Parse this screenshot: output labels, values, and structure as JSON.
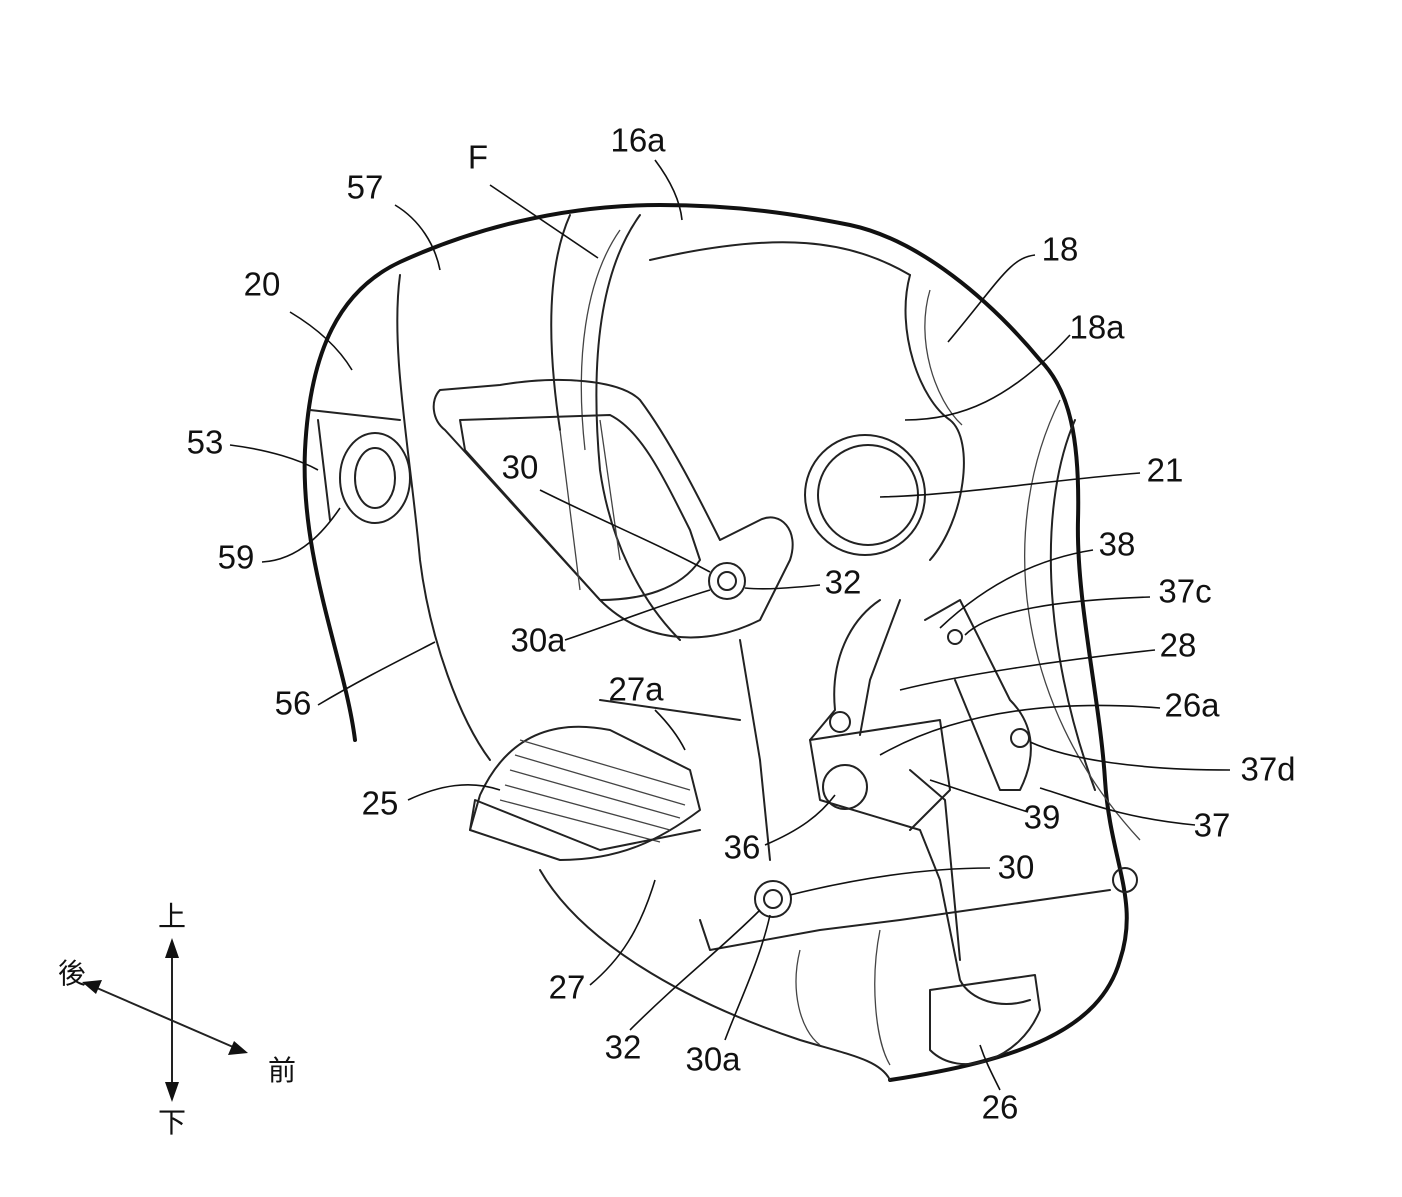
{
  "figure": {
    "reference_labels": {
      "l16a": "16a",
      "lF": "F",
      "l57": "57",
      "l18": "18",
      "l20": "20",
      "l18a": "18a",
      "l53": "53",
      "l21": "21",
      "l30_top": "30",
      "l59": "59",
      "l38": "38",
      "l32_top": "32",
      "l37c": "37c",
      "l30a_top": "30a",
      "l28": "28",
      "l27a": "27a",
      "l56": "56",
      "l26a": "26a",
      "l37d": "37d",
      "l25": "25",
      "l39": "39",
      "l37": "37",
      "l36": "36",
      "l30_bottom": "30",
      "l27": "27",
      "l32_bottom": "32",
      "l30a_bottom": "30a",
      "l26": "26"
    },
    "direction_indicator": {
      "up": "上",
      "down": "下",
      "rear": "後",
      "front": "前"
    }
  }
}
